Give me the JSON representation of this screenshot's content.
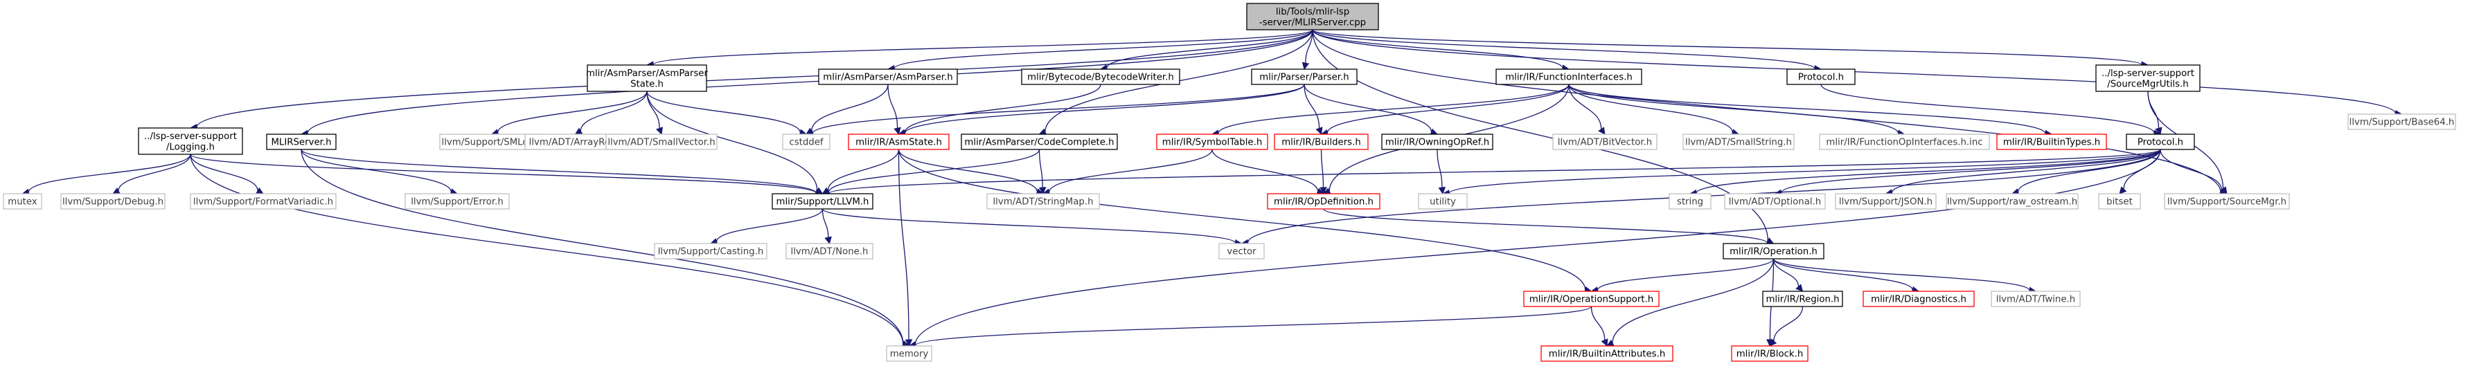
{
  "graph": {
    "title": "lib/Tools/mlir-lsp-server/MLIRServer.cpp",
    "nodes": [
      {
        "id": "root",
        "lines": [
          "lib/Tools/mlir-lsp",
          "-server/MLIRServer.cpp"
        ],
        "kind": "root"
      },
      {
        "id": "logging",
        "lines": [
          "../lsp-server-support",
          "/Logging.h"
        ],
        "kind": "doc"
      },
      {
        "id": "asmstate",
        "lines": [
          "mlir/AsmParser/AsmParser",
          "State.h"
        ],
        "kind": "doc"
      },
      {
        "id": "mlirserver",
        "lines": [
          "MLIRServer.h"
        ],
        "kind": "doc"
      },
      {
        "id": "asmparser",
        "lines": [
          "mlir/AsmParser/AsmParser.h"
        ],
        "kind": "doc"
      },
      {
        "id": "bytecode",
        "lines": [
          "mlir/Bytecode/BytecodeWriter.h"
        ],
        "kind": "doc"
      },
      {
        "id": "parser",
        "lines": [
          "mlir/Parser/Parser.h"
        ],
        "kind": "doc"
      },
      {
        "id": "funcif",
        "lines": [
          "mlir/IR/FunctionInterfaces.h"
        ],
        "kind": "doc"
      },
      {
        "id": "protocol1",
        "lines": [
          "Protocol.h"
        ],
        "kind": "doc"
      },
      {
        "id": "srcmgrutils",
        "lines": [
          "../lsp-server-support",
          "/SourceMgrUtils.h"
        ],
        "kind": "doc"
      },
      {
        "id": "base64",
        "lines": [
          "llvm/Support/Base64.h"
        ],
        "kind": "ext"
      },
      {
        "id": "cstddef",
        "lines": [
          "cstddef"
        ],
        "kind": "ext"
      },
      {
        "id": "irasmstate",
        "lines": [
          "mlir/IR/AsmState.h"
        ],
        "kind": "red"
      },
      {
        "id": "codecomplete",
        "lines": [
          "mlir/AsmParser/CodeComplete.h"
        ],
        "kind": "doc"
      },
      {
        "id": "symboltable",
        "lines": [
          "mlir/IR/SymbolTable.h"
        ],
        "kind": "red"
      },
      {
        "id": "builders",
        "lines": [
          "mlir/IR/Builders.h"
        ],
        "kind": "red"
      },
      {
        "id": "owningopref",
        "lines": [
          "mlir/IR/OwningOpRef.h"
        ],
        "kind": "doc"
      },
      {
        "id": "smloc",
        "lines": [
          "llvm/Support/SMLoc.h"
        ],
        "kind": "ext"
      },
      {
        "id": "arrayref",
        "lines": [
          "llvm/ADT/ArrayRef.h"
        ],
        "kind": "ext"
      },
      {
        "id": "smallvector",
        "lines": [
          "llvm/ADT/SmallVector.h"
        ],
        "kind": "ext"
      },
      {
        "id": "bitvector",
        "lines": [
          "llvm/ADT/BitVector.h"
        ],
        "kind": "ext"
      },
      {
        "id": "smallstring",
        "lines": [
          "llvm/ADT/SmallString.h"
        ],
        "kind": "ext"
      },
      {
        "id": "funcopif",
        "lines": [
          "mlir/IR/FunctionOpInterfaces.h.inc"
        ],
        "kind": "ext"
      },
      {
        "id": "builtintypes",
        "lines": [
          "mlir/IR/BuiltinTypes.h"
        ],
        "kind": "red"
      },
      {
        "id": "protocol2",
        "lines": [
          "Protocol.h"
        ],
        "kind": "doc"
      },
      {
        "id": "mutex",
        "lines": [
          "mutex"
        ],
        "kind": "ext"
      },
      {
        "id": "debug",
        "lines": [
          "llvm/Support/Debug.h"
        ],
        "kind": "ext"
      },
      {
        "id": "formatvariadic",
        "lines": [
          "llvm/Support/FormatVariadic.h"
        ],
        "kind": "ext"
      },
      {
        "id": "error",
        "lines": [
          "llvm/Support/Error.h"
        ],
        "kind": "ext"
      },
      {
        "id": "supportllvm",
        "lines": [
          "mlir/Support/LLVM.h"
        ],
        "kind": "doc"
      },
      {
        "id": "stringmap",
        "lines": [
          "llvm/ADT/StringMap.h"
        ],
        "kind": "ext"
      },
      {
        "id": "opdef",
        "lines": [
          "mlir/IR/OpDefinition.h"
        ],
        "kind": "red"
      },
      {
        "id": "utility",
        "lines": [
          "utility"
        ],
        "kind": "ext"
      },
      {
        "id": "string",
        "lines": [
          "string"
        ],
        "kind": "ext"
      },
      {
        "id": "optional",
        "lines": [
          "llvm/ADT/Optional.h"
        ],
        "kind": "ext"
      },
      {
        "id": "json",
        "lines": [
          "llvm/Support/JSON.h"
        ],
        "kind": "ext"
      },
      {
        "id": "rawostream",
        "lines": [
          "llvm/Support/raw_ostream.h"
        ],
        "kind": "ext"
      },
      {
        "id": "bitset",
        "lines": [
          "bitset"
        ],
        "kind": "ext"
      },
      {
        "id": "sourcemgr",
        "lines": [
          "llvm/Support/SourceMgr.h"
        ],
        "kind": "ext"
      },
      {
        "id": "casting",
        "lines": [
          "llvm/Support/Casting.h"
        ],
        "kind": "ext"
      },
      {
        "id": "none",
        "lines": [
          "llvm/ADT/None.h"
        ],
        "kind": "ext"
      },
      {
        "id": "vector",
        "lines": [
          "vector"
        ],
        "kind": "ext"
      },
      {
        "id": "operation",
        "lines": [
          "mlir/IR/Operation.h"
        ],
        "kind": "doc"
      },
      {
        "id": "opsupport",
        "lines": [
          "mlir/IR/OperationSupport.h"
        ],
        "kind": "red"
      },
      {
        "id": "region",
        "lines": [
          "mlir/IR/Region.h"
        ],
        "kind": "doc"
      },
      {
        "id": "diagnostics",
        "lines": [
          "mlir/IR/Diagnostics.h"
        ],
        "kind": "red"
      },
      {
        "id": "twine",
        "lines": [
          "llvm/ADT/Twine.h"
        ],
        "kind": "ext"
      },
      {
        "id": "memory",
        "lines": [
          "memory"
        ],
        "kind": "ext"
      },
      {
        "id": "builtinattr",
        "lines": [
          "mlir/IR/BuiltinAttributes.h"
        ],
        "kind": "red"
      },
      {
        "id": "block",
        "lines": [
          "mlir/IR/Block.h"
        ],
        "kind": "red"
      }
    ],
    "edges": [
      [
        "root",
        "logging"
      ],
      [
        "root",
        "asmstate"
      ],
      [
        "root",
        "mlirserver"
      ],
      [
        "root",
        "asmparser"
      ],
      [
        "root",
        "bytecode"
      ],
      [
        "root",
        "parser"
      ],
      [
        "root",
        "funcif"
      ],
      [
        "root",
        "protocol1"
      ],
      [
        "root",
        "srcmgrutils"
      ],
      [
        "root",
        "base64"
      ],
      [
        "root",
        "codecomplete"
      ],
      [
        "root",
        "sourcemgr"
      ],
      [
        "root",
        "operation"
      ],
      [
        "logging",
        "mutex"
      ],
      [
        "logging",
        "debug"
      ],
      [
        "logging",
        "formatvariadic"
      ],
      [
        "logging",
        "supportllvm"
      ],
      [
        "logging",
        "memory"
      ],
      [
        "asmstate",
        "supportllvm"
      ],
      [
        "asmstate",
        "smloc"
      ],
      [
        "asmstate",
        "arrayref"
      ],
      [
        "asmstate",
        "smallvector"
      ],
      [
        "asmstate",
        "cstddef"
      ],
      [
        "mlirserver",
        "supportllvm"
      ],
      [
        "mlirserver",
        "error"
      ],
      [
        "mlirserver",
        "memory"
      ],
      [
        "asmparser",
        "cstddef"
      ],
      [
        "asmparser",
        "irasmstate"
      ],
      [
        "bytecode",
        "irasmstate"
      ],
      [
        "parser",
        "cstddef"
      ],
      [
        "parser",
        "irasmstate"
      ],
      [
        "parser",
        "builders"
      ],
      [
        "parser",
        "owningopref"
      ],
      [
        "funcif",
        "symboltable"
      ],
      [
        "funcif",
        "builders"
      ],
      [
        "funcif",
        "opdef"
      ],
      [
        "funcif",
        "bitvector"
      ],
      [
        "funcif",
        "smallstring"
      ],
      [
        "funcif",
        "funcopif"
      ],
      [
        "funcif",
        "builtintypes"
      ],
      [
        "protocol1",
        "protocol2"
      ],
      [
        "srcmgrutils",
        "protocol2"
      ],
      [
        "srcmgrutils",
        "sourcemgr"
      ],
      [
        "irasmstate",
        "supportllvm"
      ],
      [
        "irasmstate",
        "stringmap"
      ],
      [
        "irasmstate",
        "opsupport"
      ],
      [
        "irasmstate",
        "memory"
      ],
      [
        "codecomplete",
        "supportllvm"
      ],
      [
        "codecomplete",
        "stringmap"
      ],
      [
        "symboltable",
        "opdef"
      ],
      [
        "symboltable",
        "stringmap"
      ],
      [
        "builders",
        "opdef"
      ],
      [
        "owningopref",
        "utility"
      ],
      [
        "protocol2",
        "supportllvm"
      ],
      [
        "protocol2",
        "utility"
      ],
      [
        "protocol2",
        "string"
      ],
      [
        "protocol2",
        "optional"
      ],
      [
        "protocol2",
        "json"
      ],
      [
        "protocol2",
        "rawostream"
      ],
      [
        "protocol2",
        "bitset"
      ],
      [
        "protocol2",
        "sourcemgr"
      ],
      [
        "protocol2",
        "vector"
      ],
      [
        "protocol2",
        "memory"
      ],
      [
        "supportllvm",
        "casting"
      ],
      [
        "supportllvm",
        "none"
      ],
      [
        "supportllvm",
        "vector"
      ],
      [
        "opdef",
        "operation"
      ],
      [
        "operation",
        "opsupport"
      ],
      [
        "operation",
        "region"
      ],
      [
        "operation",
        "diagnostics"
      ],
      [
        "operation",
        "twine"
      ],
      [
        "operation",
        "builtinattr"
      ],
      [
        "operation",
        "block"
      ],
      [
        "opsupport",
        "builtinattr"
      ],
      [
        "opsupport",
        "memory"
      ],
      [
        "region",
        "block"
      ]
    ],
    "colors": {
      "edge": "#191970",
      "doc_border": "#000000",
      "red_border": "#ff0000",
      "ext_border": "#bfbfbf",
      "root_fill": "#bfbfbf",
      "node_fill": "#ffffff",
      "ext_text": "#404040",
      "text": "#000000"
    }
  }
}
